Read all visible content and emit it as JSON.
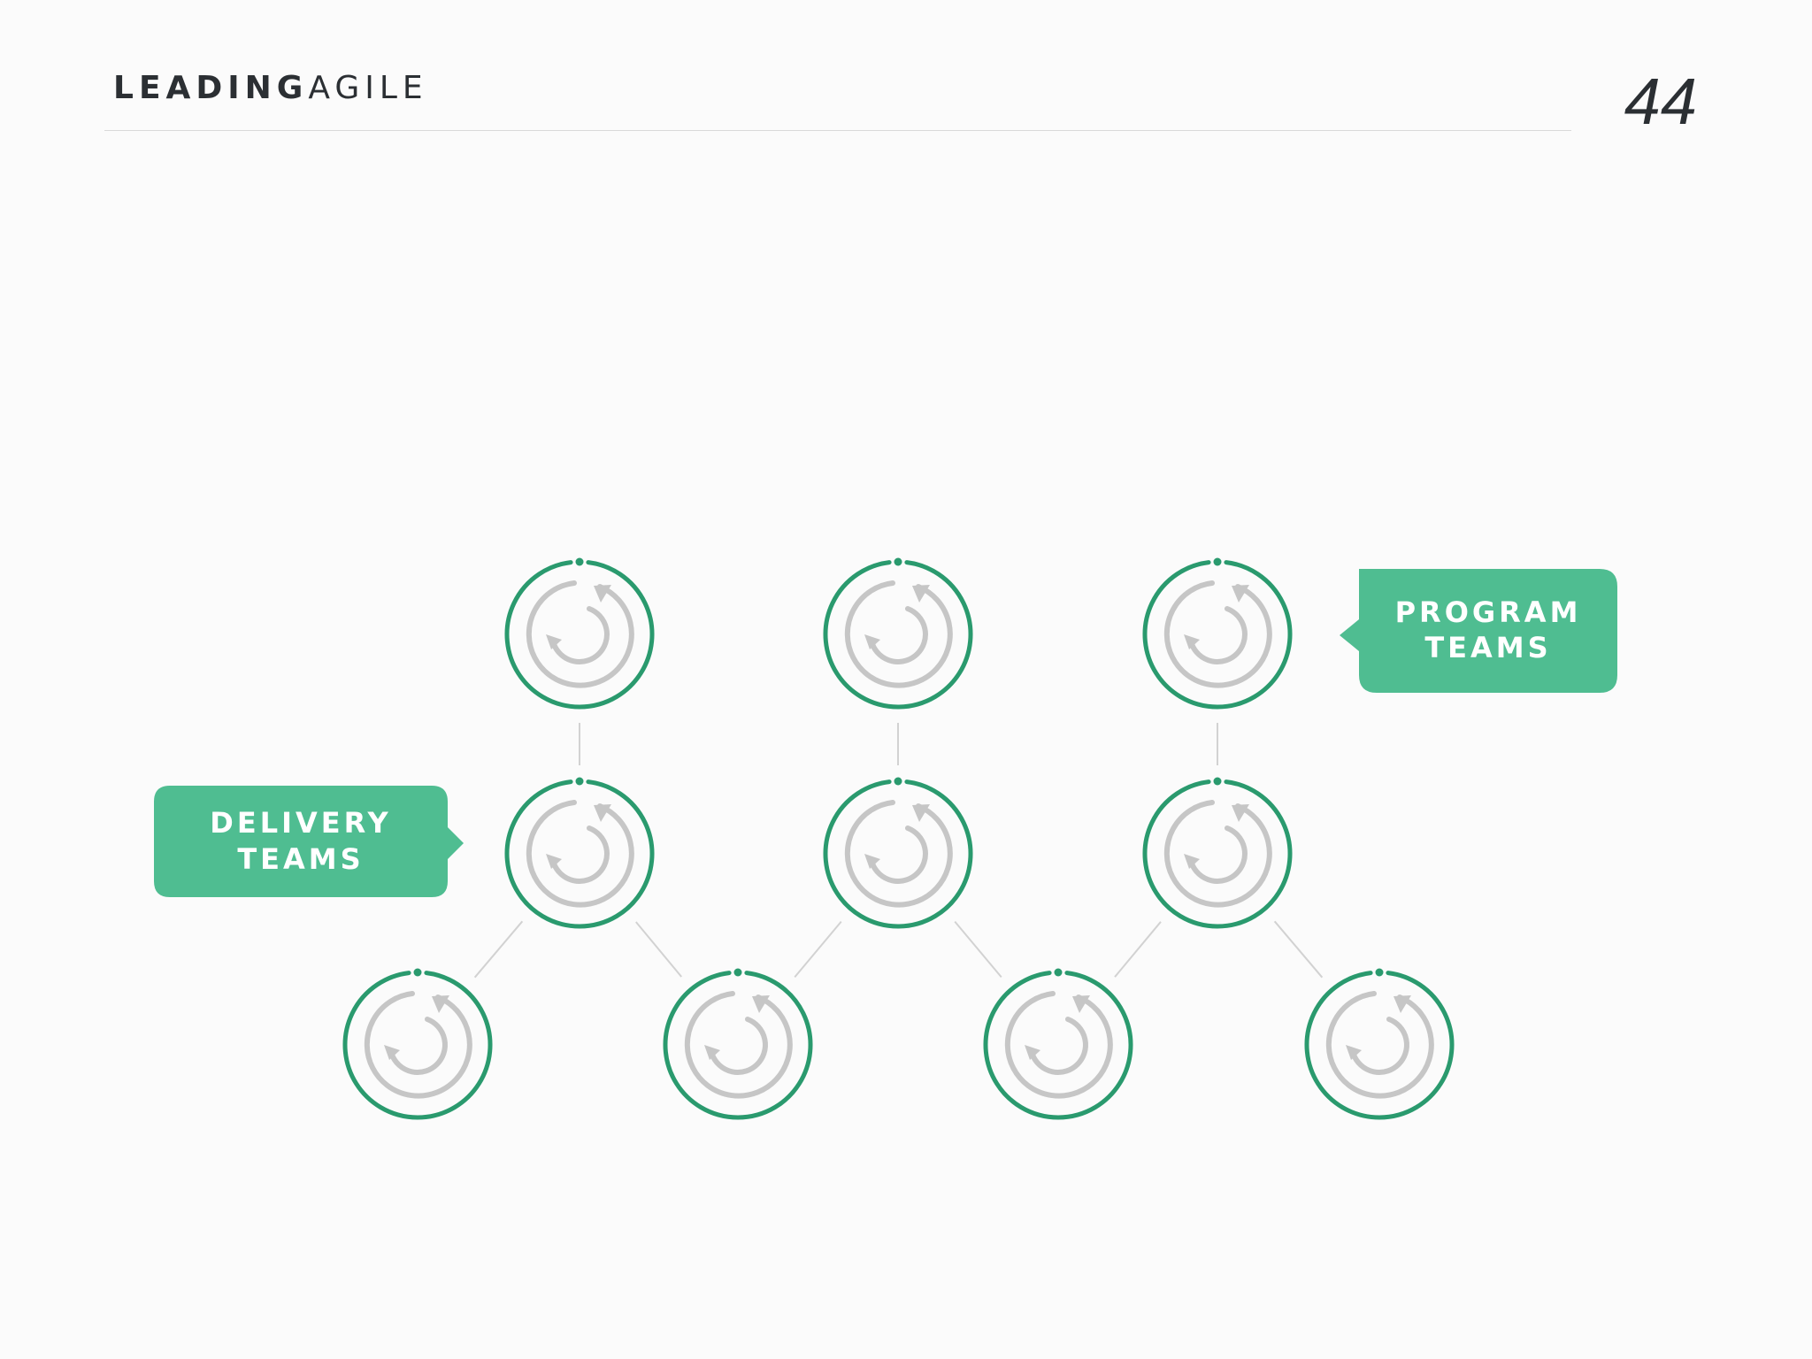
{
  "header": {
    "logo_bold": "LEADING",
    "logo_light": "AGILE",
    "page_number": "44"
  },
  "callouts": {
    "delivery": {
      "line1": "DELIVERY",
      "line2": "TEAMS"
    },
    "program": {
      "line1": "PROGRAM",
      "line2": "TEAMS"
    }
  },
  "colors": {
    "accent": "#4fbd91",
    "ring": "#2a9a6e",
    "cycle": "#c6c6c6",
    "connector": "#d2d2d2",
    "text": "#2b2f33"
  },
  "diagram": {
    "nodes": [
      {
        "id": "p1",
        "tier": "top"
      },
      {
        "id": "p2",
        "tier": "top"
      },
      {
        "id": "p3",
        "tier": "top"
      },
      {
        "id": "m1",
        "tier": "middle"
      },
      {
        "id": "m2",
        "tier": "middle"
      },
      {
        "id": "m3",
        "tier": "middle"
      },
      {
        "id": "b1",
        "tier": "bottom"
      },
      {
        "id": "b2",
        "tier": "bottom"
      },
      {
        "id": "b3",
        "tier": "bottom"
      },
      {
        "id": "b4",
        "tier": "bottom"
      }
    ],
    "edges": [
      [
        "p1",
        "m1"
      ],
      [
        "p2",
        "m2"
      ],
      [
        "p3",
        "m3"
      ],
      [
        "m1",
        "b1"
      ],
      [
        "m1",
        "b2"
      ],
      [
        "m2",
        "b2"
      ],
      [
        "m2",
        "b3"
      ],
      [
        "m3",
        "b3"
      ],
      [
        "m3",
        "b4"
      ]
    ]
  }
}
